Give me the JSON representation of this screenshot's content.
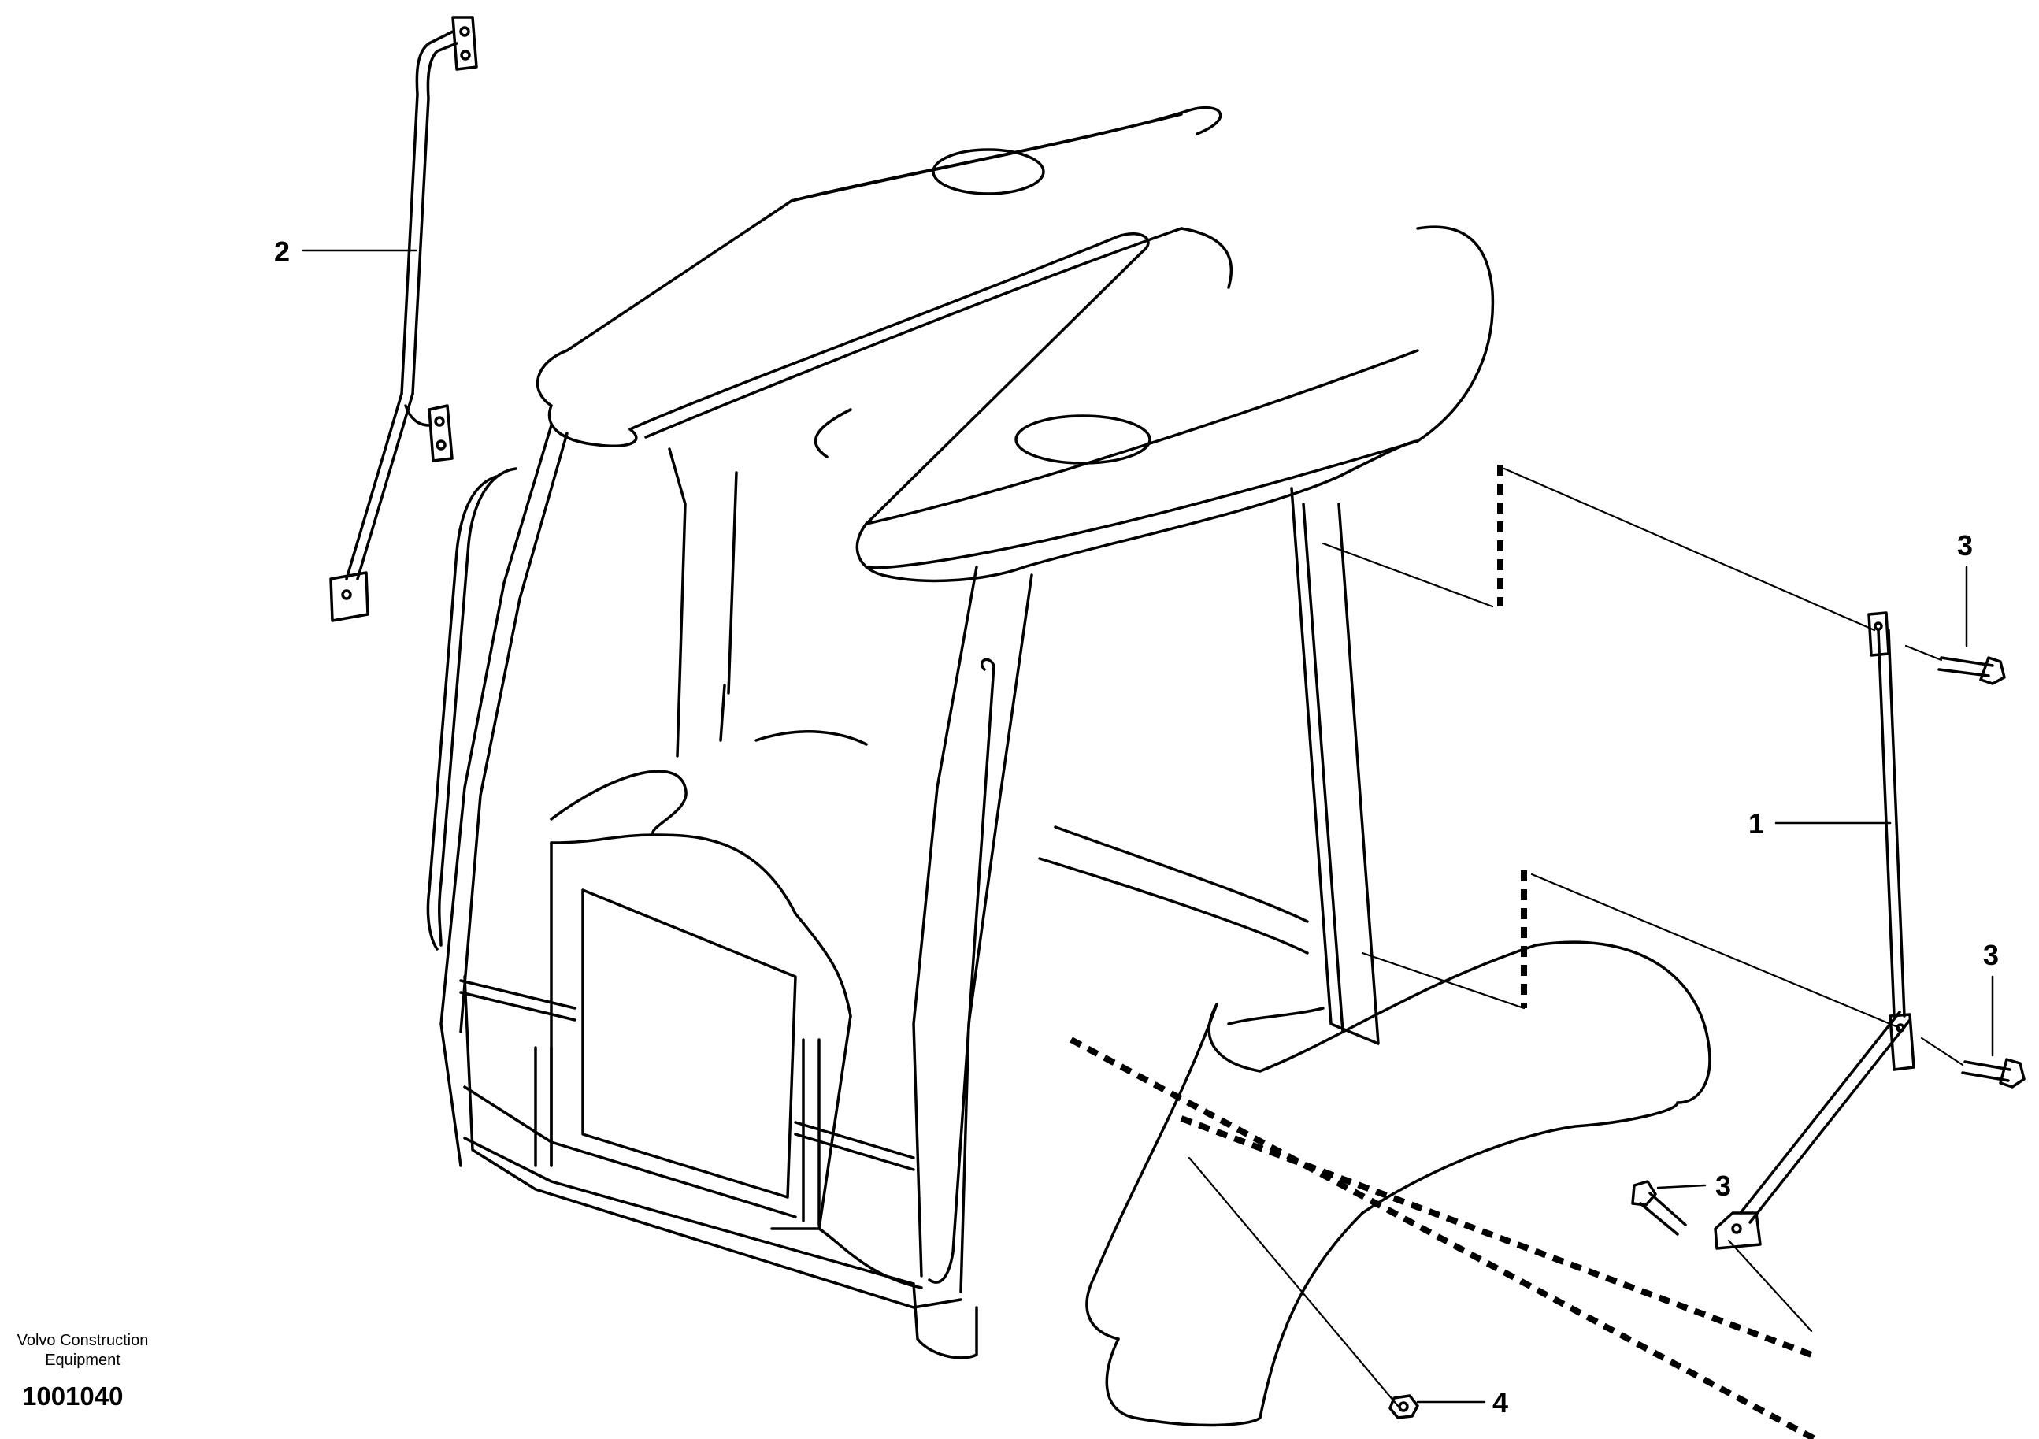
{
  "callouts": [
    {
      "id": "c2",
      "label": "2"
    },
    {
      "id": "c3a",
      "label": "3"
    },
    {
      "id": "c1",
      "label": "1"
    },
    {
      "id": "c3b",
      "label": "3"
    },
    {
      "id": "c3c",
      "label": "3"
    },
    {
      "id": "c4",
      "label": "4"
    }
  ],
  "footer": {
    "maker_line1": "Volvo Construction",
    "maker_line2": "Equipment",
    "drawing_number": "1001040"
  },
  "colors": {
    "ink": "#000000",
    "paper": "#ffffff"
  }
}
